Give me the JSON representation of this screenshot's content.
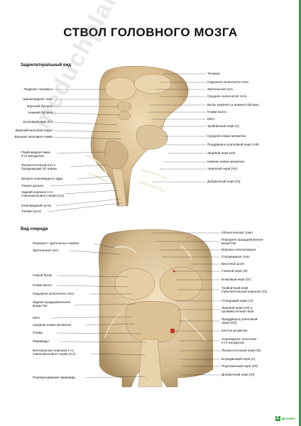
{
  "title": "СТВОЛ ГОЛОВНОГО МОЗГА",
  "sections": {
    "posterolateral": "Заднелатеральный вид",
    "front": "Вид спереди"
  },
  "labels_top_left": [
    "Подушка таламуса",
    "Шишковидное тело",
    "Верхний бугорок",
    "Нижний бугорок",
    "Блоковый нерв (IV)",
    "Верхний мозговой парус",
    "Верхние мозговые ножки",
    "Ромбовидная ямка\n4-го желудочка",
    "Языкоглоточный (IX) и\nблуждающий (X) нервы",
    "Бугорок клиновидного ядра",
    "Тонкая долька",
    "Задний корешок 1-го\nспинномозгового нерва (C1)",
    "Клиновидный пучок",
    "Тонкий пучок"
  ],
  "labels_top_right": [
    "Таламус",
    "Наружное коленчатое тело",
    "Зрительный путь",
    "Среднее коленчатое тело",
    "Ветвь верхнего и нижнего бугорка",
    "Ножки мозга",
    "Мост",
    "Тройничный нерв (V)",
    "Средняя ножка мозжечка",
    "Преддверно-улитковый нерв (VIII)",
    "Лицевой нерв (VII)",
    "Нижние ножки мозжечка",
    "Черепной нерв (XII)",
    "Добавочный нерв (XI)"
  ],
  "labels_bottom_left": [
    "Перекрест зрительных нервов",
    "Зрительный путь",
    "Серый бугор",
    "Ножки мозга",
    "Наружное коленчатое тело",
    "Заднее продырявленное\nвещество",
    "Мост",
    "Средняя ножка мозжечка",
    "Олива",
    "Пирамиды",
    "Вентральные корешки 1-го\nспинномозгового нерва (C1)",
    "Перекрещивание пирамиды"
  ],
  "labels_bottom_right": [
    "Обонятельный тракт",
    "Переднее продырявленное\nвещество",
    "Воронка гипоталамуса",
    "Сосцевидное тело",
    "Височная доля",
    "Глазной нерв (III)",
    "Блоковый нерв (IV)",
    "Тройничный нерв\n(чувствительный корешок (V))",
    "Отводящий нерв (VI)",
    "Лицевой нерв (VII) и\nпромежуточный нерв",
    "Преддверно-улитковый\nнерв (VIII)",
    "Клочок мозжечка",
    "Хориоидное сплетение\n4-го желудочка",
    "Языкоглоточный нерв (IX)",
    "Блуждающий нерв (X)",
    "Подъязычный нерв (XII)",
    "Добавочный нерв (XI)"
  ],
  "watermark": "meduchplakat.ru",
  "logo": {
    "mark": "Д",
    "text": "ДЕЛАЙКА"
  },
  "colors": {
    "brand_green": "#2e9a3e",
    "tissue": "#dcc39b",
    "tissue_dark": "#b89a6e",
    "nerve": "#ede1c4"
  }
}
